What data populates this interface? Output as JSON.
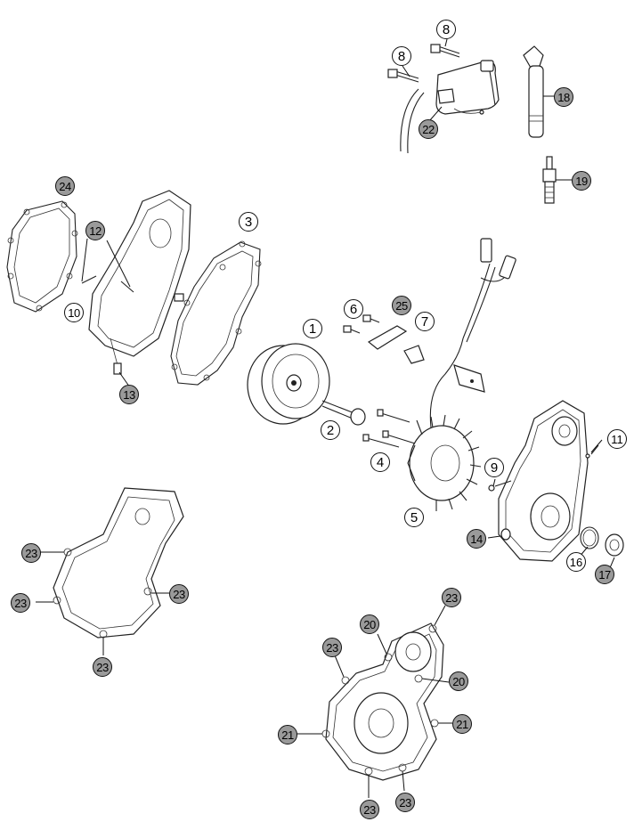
{
  "callouts": {
    "n1": "1",
    "n2": "2",
    "n3": "3",
    "n4": "4",
    "n5": "5",
    "n6": "6",
    "n7": "7",
    "n8a": "8",
    "n8b": "8",
    "n9": "9",
    "n10": "10",
    "n11": "11",
    "n12": "12",
    "n13": "13",
    "n14": "14",
    "n16": "16",
    "n17": "17",
    "n18": "18",
    "n19": "19",
    "n20a": "20",
    "n20b": "20",
    "n21a": "21",
    "n21b": "21",
    "n22": "22",
    "n23a": "23",
    "n23b": "23",
    "n23c": "23",
    "n23d": "23",
    "n23e": "23",
    "n23f": "23",
    "n23g": "23",
    "n23h": "23",
    "n24": "24",
    "n25": "25"
  }
}
